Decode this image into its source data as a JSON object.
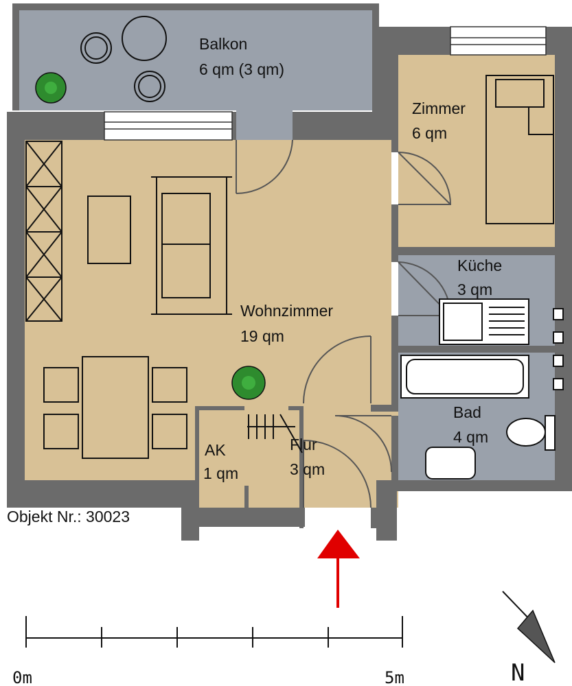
{
  "rooms": {
    "balkon": {
      "name": "Balkon",
      "area": "6 qm (3 qm)"
    },
    "zimmer": {
      "name": "Zimmer",
      "area": "6 qm"
    },
    "kueche": {
      "name": "Küche",
      "area": "3 qm"
    },
    "wohnzimmer": {
      "name": "Wohnzimmer",
      "area": "19 qm"
    },
    "bad": {
      "name": "Bad",
      "area": "4 qm"
    },
    "ak": {
      "name": "AK",
      "area": "1 qm"
    },
    "flur": {
      "name": "Flur",
      "area": "3 qm"
    }
  },
  "object_number": "Objekt Nr.: 30023",
  "scale": {
    "start_label": "0m",
    "end_label": "5m"
  },
  "north_label": "N",
  "colors": {
    "living": "#d8c196",
    "wet": "#9aa1ab",
    "wall": "#6b6b6b",
    "entrance_arrow": "#e00000",
    "plant": "#2e8b2e"
  },
  "icons": {
    "entrance": "entrance-arrow-icon",
    "north": "north-arrow-icon",
    "plant": "plant-icon"
  }
}
